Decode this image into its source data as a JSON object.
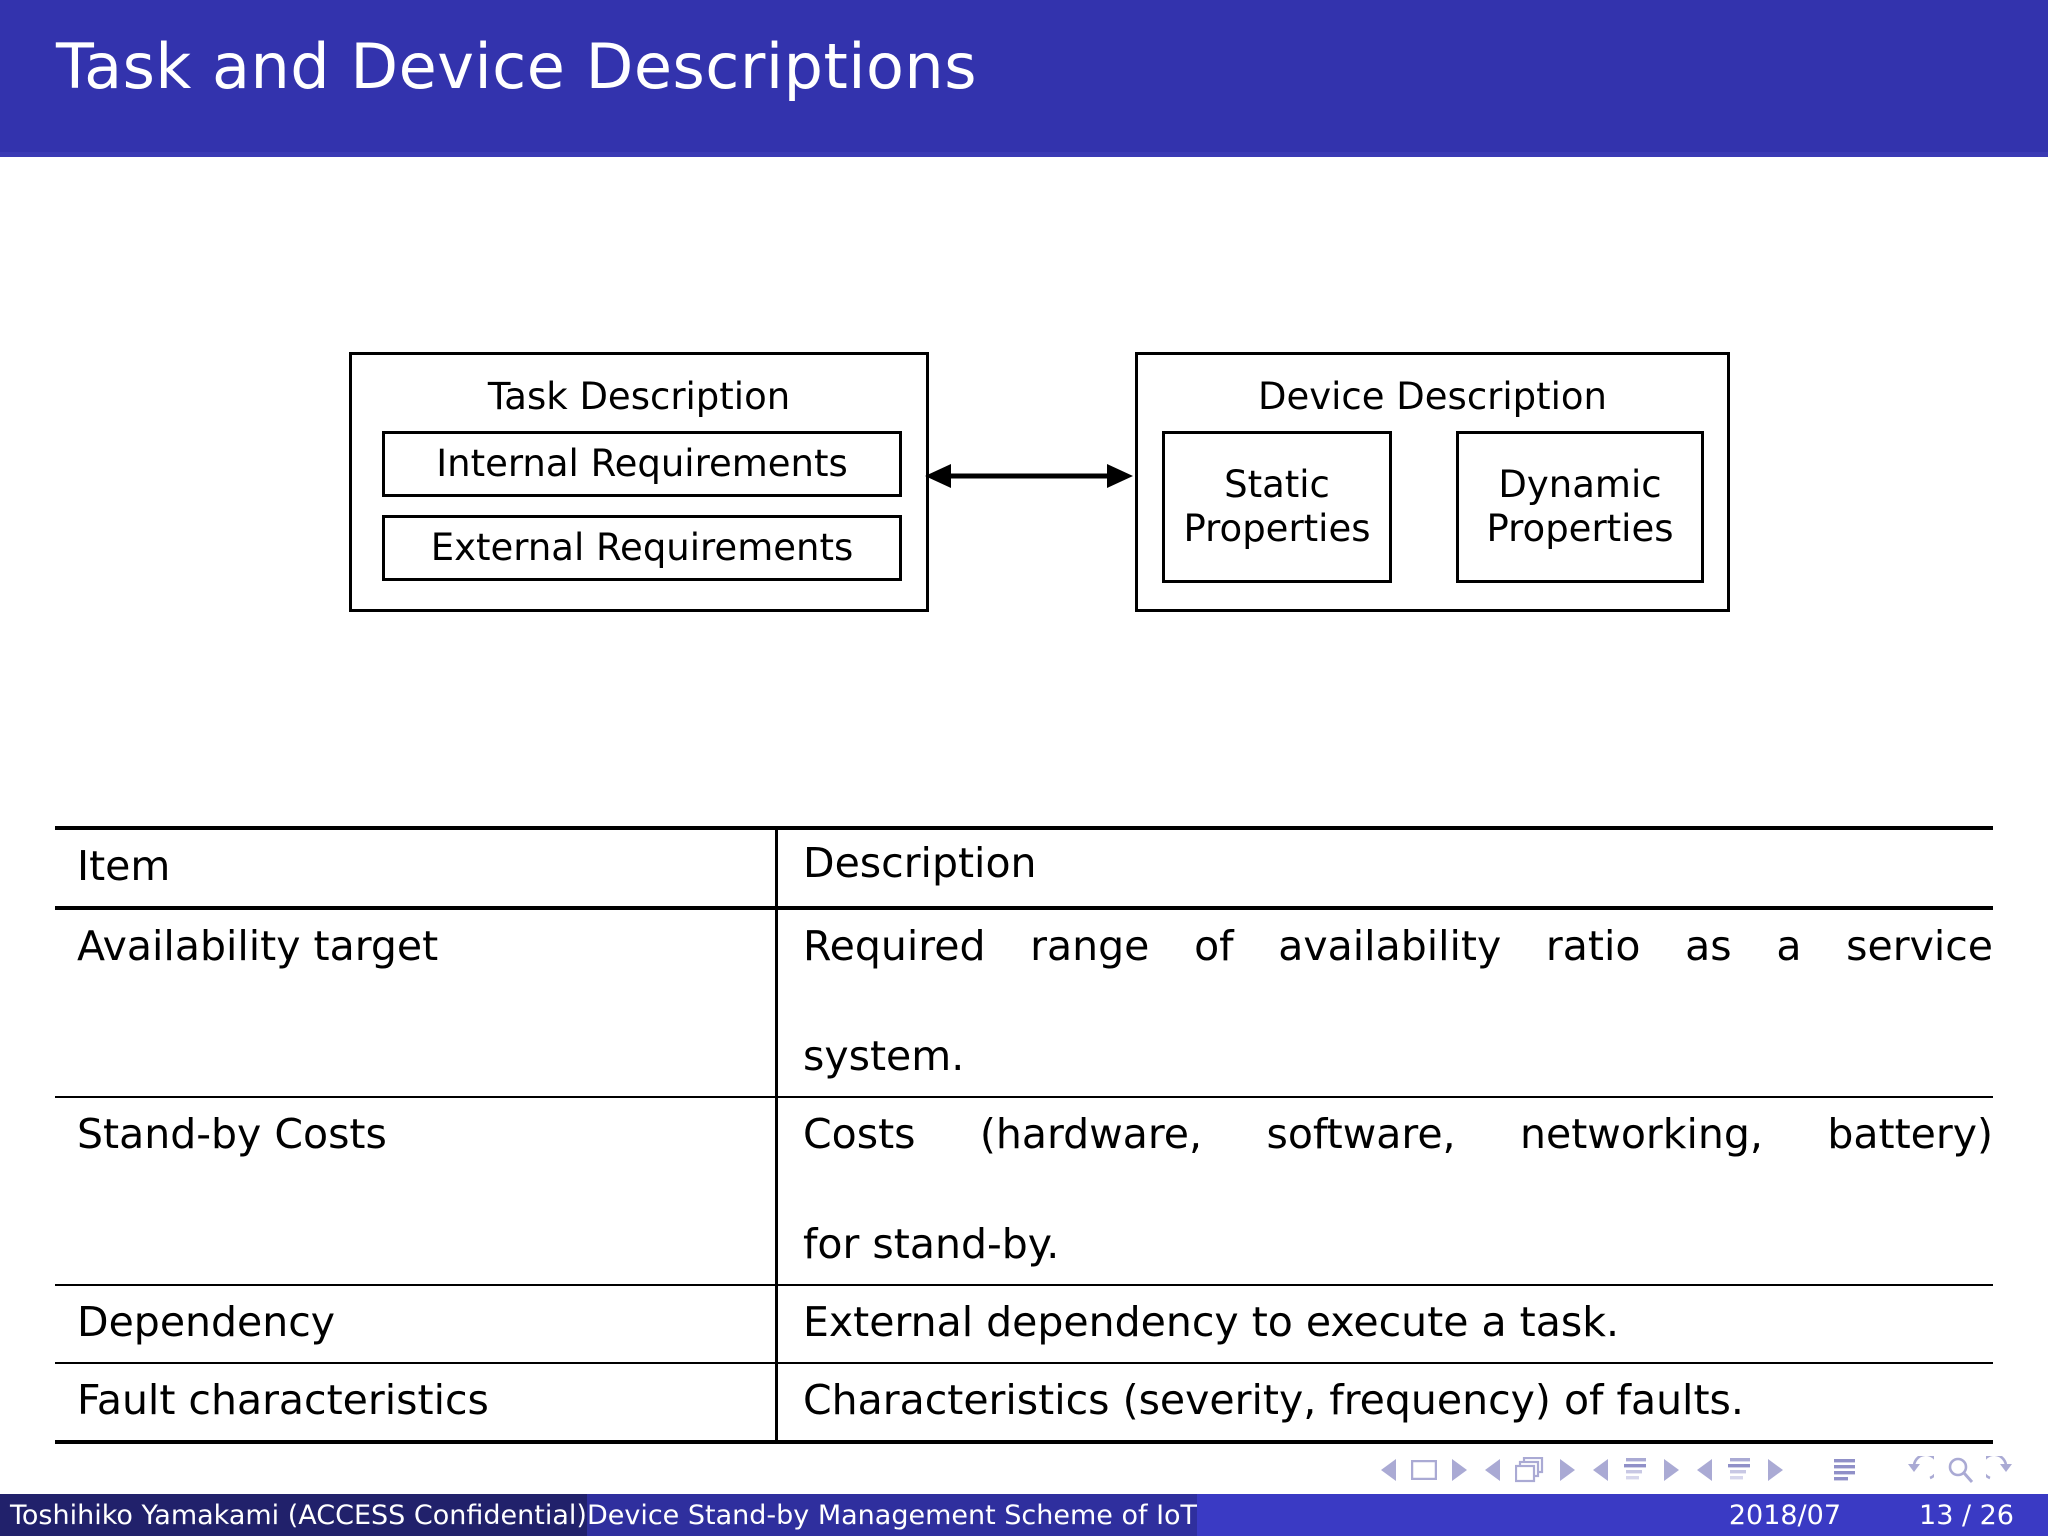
{
  "slide": {
    "title": "Task and Device Descriptions",
    "title_bar_color": "#3333AD"
  },
  "diagram": {
    "task": {
      "title": "Task Description",
      "items": [
        {
          "label": "Internal Requirements"
        },
        {
          "label": "External Requirements"
        }
      ]
    },
    "device": {
      "title": "Device Description",
      "items": [
        {
          "line1": "Static",
          "line2": "Properties"
        },
        {
          "line1": "Dynamic",
          "line2": "Properties"
        }
      ]
    },
    "connector": "double-headed-arrow"
  },
  "table": {
    "headers": [
      "Item",
      "Description"
    ],
    "rows": [
      {
        "item": "Availability target",
        "desc_line1": "Required range of availability ratio as a service",
        "desc_line2": "system."
      },
      {
        "item": "Stand-by Costs",
        "desc_line1": "Costs (hardware, software, networking, battery)",
        "desc_line2": "for stand-by."
      },
      {
        "item": "Dependency",
        "desc_line1": "External dependency to execute a task.",
        "desc_line2": ""
      },
      {
        "item": "Fault characteristics",
        "desc_line1": "Characteristics (severity, frequency) of faults.",
        "desc_line2": ""
      }
    ]
  },
  "navigation": {
    "icons": [
      "prev-slide-icon",
      "slide-icon",
      "next-slide-icon",
      "prev-frame-icon",
      "frames-icon",
      "next-frame-icon",
      "prev-subsection-icon",
      "subsection-icon",
      "next-subsection-icon",
      "prev-section-icon",
      "section-icon",
      "next-section-icon",
      "doc-icon",
      "back-icon",
      "search-icon",
      "forward-icon"
    ]
  },
  "footer": {
    "author": "Toshihiko Yamakami  (ACCESS Confidential)",
    "title": "Device Stand-by Management Scheme of IoT",
    "date": "2018/07",
    "page": "13 / 26"
  }
}
